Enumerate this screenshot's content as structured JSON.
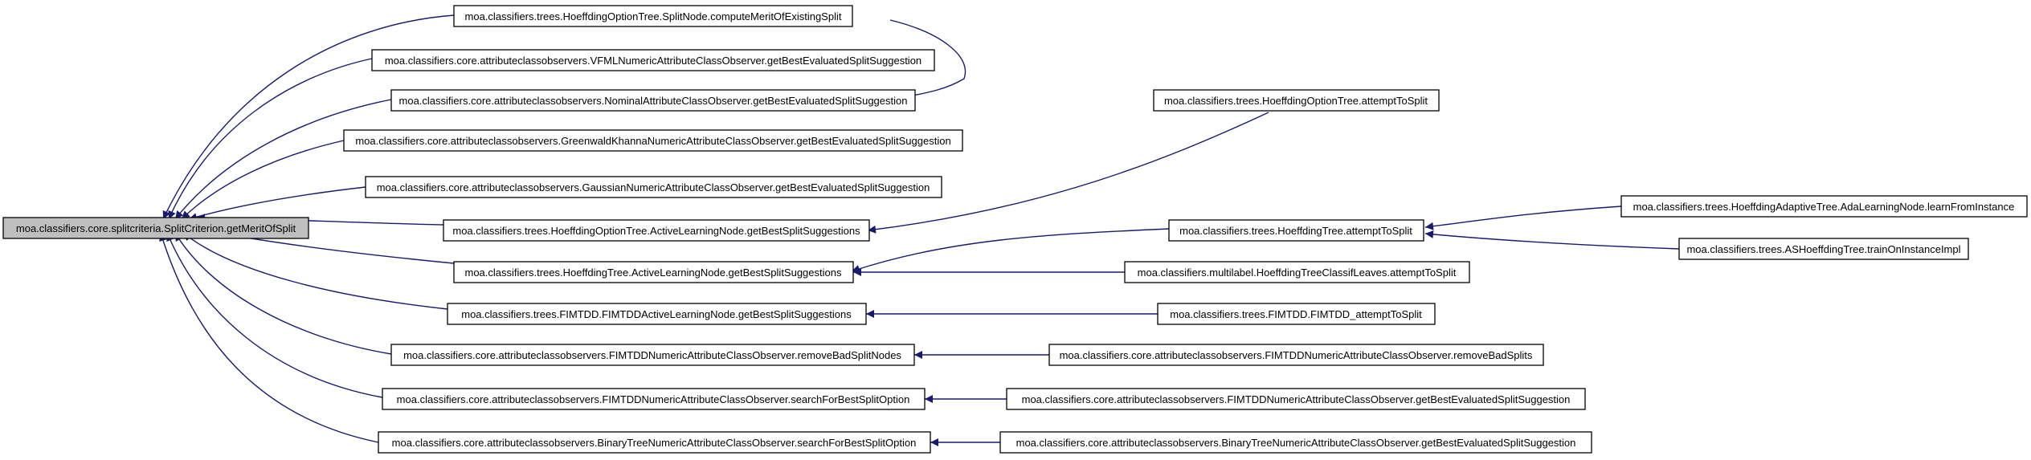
{
  "graph": {
    "nodes": {
      "root": "moa.classifiers.core.splitcriteria.SplitCriterion.getMeritOfSplit",
      "n1": "moa.classifiers.trees.HoeffdingOptionTree.SplitNode.computeMeritOfExistingSplit",
      "n2": "moa.classifiers.core.attributeclassobservers.VFMLNumericAttributeClassObserver.getBestEvaluatedSplitSuggestion",
      "n3": "moa.classifiers.core.attributeclassobservers.NominalAttributeClassObserver.getBestEvaluatedSplitSuggestion",
      "n4": "moa.classifiers.core.attributeclassobservers.GreenwaldKhannaNumericAttributeClassObserver.getBestEvaluatedSplitSuggestion",
      "n5": "moa.classifiers.core.attributeclassobservers.GaussianNumericAttributeClassObserver.getBestEvaluatedSplitSuggestion",
      "n6": "moa.classifiers.trees.HoeffdingOptionTree.ActiveLearningNode.getBestSplitSuggestions",
      "n7": "moa.classifiers.trees.HoeffdingTree.ActiveLearningNode.getBestSplitSuggestions",
      "n8": "moa.classifiers.trees.FIMTDD.FIMTDDActiveLearningNode.getBestSplitSuggestions",
      "n9": "moa.classifiers.core.attributeclassobservers.FIMTDDNumericAttributeClassObserver.removeBadSplitNodes",
      "n10": "moa.classifiers.core.attributeclassobservers.FIMTDDNumericAttributeClassObserver.searchForBestSplitOption",
      "n11": "moa.classifiers.core.attributeclassobservers.BinaryTreeNumericAttributeClassObserver.searchForBestSplitOption",
      "m1": "moa.classifiers.trees.HoeffdingOptionTree.attemptToSplit",
      "m2": "moa.classifiers.trees.HoeffdingTree.attemptToSplit",
      "m3": "moa.classifiers.multilabel.HoeffdingTreeClassifLeaves.attemptToSplit",
      "m4": "moa.classifiers.trees.FIMTDD.FIMTDD_attemptToSplit",
      "m5": "moa.classifiers.core.attributeclassobservers.FIMTDDNumericAttributeClassObserver.removeBadSplits",
      "m6": "moa.classifiers.core.attributeclassobservers.FIMTDDNumericAttributeClassObserver.getBestEvaluatedSplitSuggestion",
      "m7": "moa.classifiers.core.attributeclassobservers.BinaryTreeNumericAttributeClassObserver.getBestEvaluatedSplitSuggestion",
      "r1": "moa.classifiers.trees.HoeffdingAdaptiveTree.AdaLearningNode.learnFromInstance",
      "r2": "moa.classifiers.trees.ASHoeffdingTree.trainOnInstanceImpl"
    },
    "edge_color": "#191970",
    "root_fill": "#bfbfbf"
  }
}
